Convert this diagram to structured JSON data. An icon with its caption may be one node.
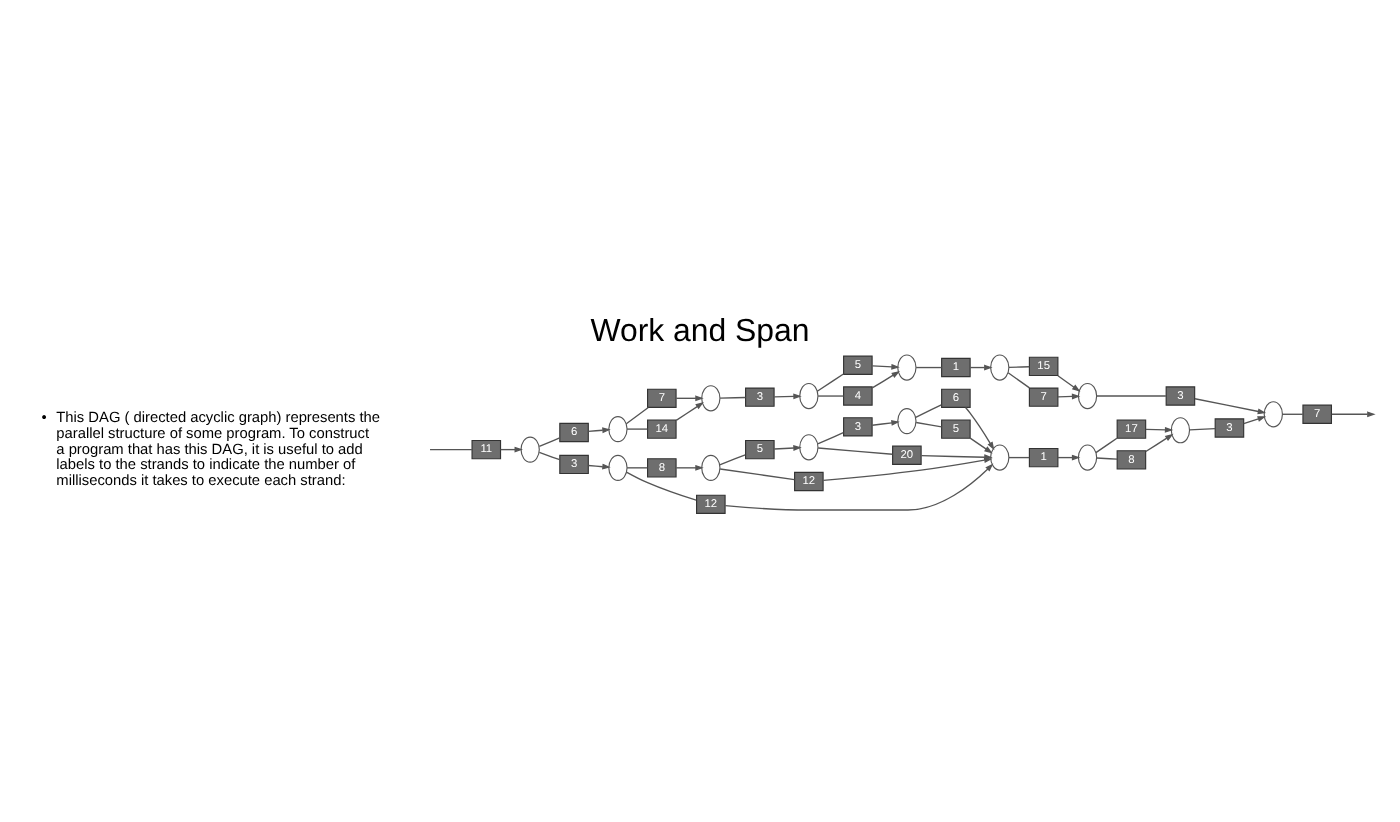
{
  "diagram": {
    "title": "Work and Span",
    "nodes": [
      {
        "text": [
          "11"
        ]
      },
      {
        "text": [],
        "shape": "circle"
      },
      {
        "text": [
          "6"
        ]
      },
      {
        "text": [
          "3"
        ]
      },
      {
        "text": [],
        "shape": "circle"
      },
      {
        "text": [
          "7"
        ]
      },
      {
        "text": [
          "14"
        ]
      },
      {
        "text": [],
        "shape": "circle"
      },
      {
        "text": [
          "3"
        ]
      },
      {
        "text": [],
        "shape": "circle"
      },
      {
        "text": [
          "5"
        ]
      },
      {
        "text": [
          "4"
        ]
      },
      {
        "text": [],
        "shape": "circle"
      },
      {
        "text": [
          "1"
        ]
      },
      {
        "text": [],
        "shape": "circle"
      },
      {
        "text": [
          "15"
        ]
      },
      {
        "text": [
          "7"
        ]
      },
      {
        "text": [],
        "shape": "circle"
      },
      {
        "text": [
          "3"
        ]
      },
      {
        "text": [],
        "shape": "circle"
      },
      {
        "text": [
          "8"
        ]
      },
      {
        "text": [
          "12"
        ]
      },
      {
        "text": [],
        "shape": "circle"
      },
      {
        "text": [
          "5"
        ]
      },
      {
        "text": [
          "12"
        ]
      },
      {
        "text": [],
        "shape": "circle"
      },
      {
        "text": [
          "3"
        ]
      },
      {
        "text": [
          "20"
        ]
      },
      {
        "text": [],
        "shape": "circle"
      },
      {
        "text": [
          "6"
        ]
      },
      {
        "text": [
          "5"
        ]
      },
      {
        "text": [],
        "shape": "circle"
      },
      {
        "text": [
          "1"
        ]
      },
      {
        "text": [],
        "shape": "circle"
      },
      {
        "text": [
          "17"
        ]
      },
      {
        "text": [
          "8"
        ]
      },
      {
        "text": [],
        "shape": "circle"
      },
      {
        "text": [
          "3"
        ]
      },
      {
        "text": [],
        "shape": "circle"
      },
      {
        "text": [
          "7"
        ]
      }
    ],
    "edges": [
      {
        "from": null,
        "to": 0,
        "arrow": "none"
      },
      {
        "from": 0,
        "to": 1,
        "arrow": "to"
      },
      {
        "from": 1,
        "to": 2,
        "arrow": "none"
      },
      {
        "from": 1,
        "to": 3,
        "arrow": "none"
      },
      {
        "from": 2,
        "to": 4,
        "arrow": "to"
      },
      {
        "from": 4,
        "to": 5,
        "arrow": "none"
      },
      {
        "from": 4,
        "to": 6,
        "arrow": "none"
      },
      {
        "from": 5,
        "to": 7,
        "arrow": "to"
      },
      {
        "from": 6,
        "to": 7,
        "arrow": "to"
      },
      {
        "from": 7,
        "to": 8,
        "arrow": "none"
      },
      {
        "from": 8,
        "to": 9,
        "arrow": "to"
      },
      {
        "from": 9,
        "to": 10,
        "arrow": "none"
      },
      {
        "from": 9,
        "to": 11,
        "arrow": "none"
      },
      {
        "from": 10,
        "to": 12,
        "arrow": "to"
      },
      {
        "from": 11,
        "to": 12,
        "arrow": "to"
      },
      {
        "from": 12,
        "to": 13,
        "arrow": "none"
      },
      {
        "from": 13,
        "to": 14,
        "arrow": "to"
      },
      {
        "from": 14,
        "to": 15,
        "arrow": "none"
      },
      {
        "from": 14,
        "to": 16,
        "arrow": "none"
      },
      {
        "from": 15,
        "to": 17,
        "arrow": "to"
      },
      {
        "from": 16,
        "to": 17,
        "arrow": "to"
      },
      {
        "from": 17,
        "to": 18,
        "arrow": "none"
      },
      {
        "from": 18,
        "to": 38,
        "arrow": "to"
      },
      {
        "from": 3,
        "to": 19,
        "arrow": "to"
      },
      {
        "from": 19,
        "to": 20,
        "arrow": "none"
      },
      {
        "from": 19,
        "to": 21,
        "arrow": "none"
      },
      {
        "from": 20,
        "to": 22,
        "arrow": "to"
      },
      {
        "from": 22,
        "to": 23,
        "arrow": "none"
      },
      {
        "from": 22,
        "to": 24,
        "arrow": "none"
      },
      {
        "from": 23,
        "to": 25,
        "arrow": "to"
      },
      {
        "from": 25,
        "to": 26,
        "arrow": "none"
      },
      {
        "from": 25,
        "to": 27,
        "arrow": "none"
      },
      {
        "from": 26,
        "to": 28,
        "arrow": "to"
      },
      {
        "from": 28,
        "to": 29,
        "arrow": "none"
      },
      {
        "from": 28,
        "to": 30,
        "arrow": "none"
      },
      {
        "from": 29,
        "to": 31,
        "arrow": "to"
      },
      {
        "from": 30,
        "to": 31,
        "arrow": "to"
      },
      {
        "from": 27,
        "to": 31,
        "arrow": "to"
      },
      {
        "from": 24,
        "to": 31,
        "arrow": "to"
      },
      {
        "from": 21,
        "to": 31,
        "arrow": "to"
      },
      {
        "from": 31,
        "to": 32,
        "arrow": "none"
      },
      {
        "from": 32,
        "to": 33,
        "arrow": "to"
      },
      {
        "from": 33,
        "to": 34,
        "arrow": "none"
      },
      {
        "from": 33,
        "to": 35,
        "arrow": "none"
      },
      {
        "from": 34,
        "to": 36,
        "arrow": "to"
      },
      {
        "from": 35,
        "to": 36,
        "arrow": "to"
      },
      {
        "from": 36,
        "to": 37,
        "arrow": "none"
      },
      {
        "from": 37,
        "to": 38,
        "arrow": "to"
      },
      {
        "from": 38,
        "to": 39,
        "arrow": "none"
      },
      {
        "from": 39,
        "to": null,
        "arrow": "to"
      }
    ],
    "labels": [
      "•",
      "This DAG ( directed acyclic graph) represents the parallel structure of some program. To construct a program that has this DAG, it is useful to add labels to the strands to indicate the number of milliseconds it takes to execute each strand:"
    ]
  }
}
